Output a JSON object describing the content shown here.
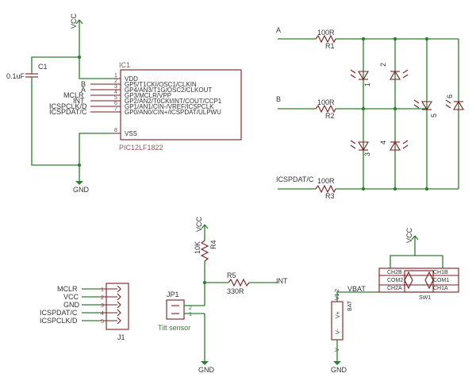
{
  "power": {
    "vcc": "VCC",
    "gnd": "GND",
    "vbat": "VBAT"
  },
  "capacitor": {
    "ref": "C1",
    "value": "0.1uF"
  },
  "ic": {
    "ref": "IC1",
    "part": "PIC12LF1822",
    "pins": [
      {
        "num": "1",
        "name": "VDD",
        "net": ""
      },
      {
        "num": "2",
        "name": "GP5/T1CKI/OSC1/CLKIN",
        "net": "B"
      },
      {
        "num": "3",
        "name": "GP4/AN3/T1G/OSC2/CLKOUT",
        "net": "A"
      },
      {
        "num": "4",
        "name": "GP3/MCLR/VPP",
        "net": "MCLR"
      },
      {
        "num": "5",
        "name": "GP2/AN2/T0CKI/INT/COUT/CCP1",
        "net": "INT"
      },
      {
        "num": "6",
        "name": "GP1/AN1/CIN-/VREF/ICSPCLK",
        "net": "ICSPCLK/D"
      },
      {
        "num": "7",
        "name": "GP0/AN0/CIN+/ICSPDAT/ULPWU",
        "net": "ICSPDAT/C"
      },
      {
        "num": "8",
        "name": "VSS",
        "net": ""
      }
    ]
  },
  "resistors": [
    {
      "ref": "R1",
      "value": "100R",
      "net": "A"
    },
    {
      "ref": "R2",
      "value": "100R",
      "net": "B"
    },
    {
      "ref": "R3",
      "value": "100R",
      "net": "ICSPDAT/C"
    },
    {
      "ref": "R4",
      "value": "10K"
    },
    {
      "ref": "R5",
      "value": "330R",
      "net": "INT"
    }
  ],
  "leds": [
    "1",
    "2",
    "3",
    "4",
    "5",
    "6"
  ],
  "header": {
    "ref": "J1",
    "pins": [
      {
        "num": "1",
        "net": "MCLR"
      },
      {
        "num": "2",
        "net": "VCC"
      },
      {
        "num": "3",
        "net": "GND"
      },
      {
        "num": "4",
        "net": "ICSPDAT/C"
      },
      {
        "num": "5",
        "net": "ICSPCLK/D"
      }
    ]
  },
  "tilt": {
    "ref": "JP1",
    "label": "Tilt sensor",
    "pins": [
      "2",
      "1"
    ]
  },
  "battery": {
    "ref": "V1",
    "label": "BAT",
    "pos": "V+",
    "neg": "V-",
    "num": "2"
  },
  "switch": {
    "ref": "SW1",
    "pins": [
      "CH2B",
      "CH1B",
      "COM2",
      "COM1",
      "CH2A",
      "CH1A"
    ]
  }
}
